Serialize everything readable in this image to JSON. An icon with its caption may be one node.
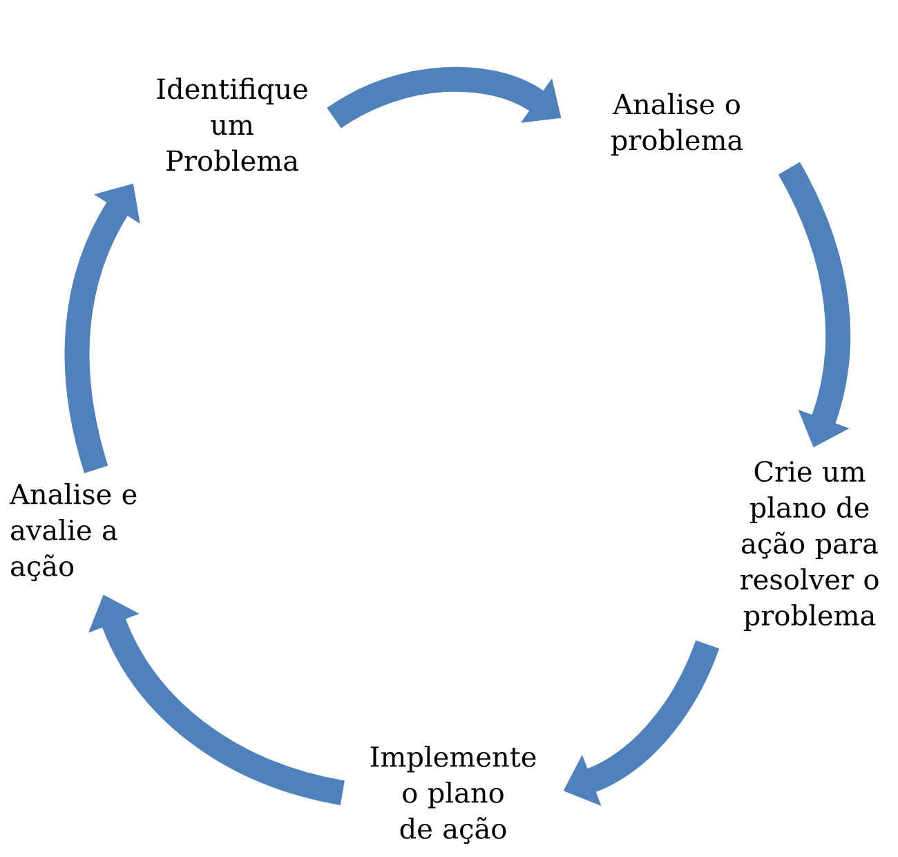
{
  "diagram": {
    "nodes": [
      {
        "text": [
          "Identifique um Problema"
        ]
      },
      {
        "text": [
          "Analise o problema"
        ]
      },
      {
        "text": [
          "Crie um plano de ação para resolver o problema"
        ]
      },
      {
        "text": [
          "Implemente o plano de ação"
        ]
      },
      {
        "text": [
          "Analise e avalie a ação"
        ]
      }
    ],
    "edges": [
      {
        "from": 0,
        "to": 1,
        "arrow": "to"
      },
      {
        "from": 1,
        "to": 2,
        "arrow": "to"
      },
      {
        "from": 2,
        "to": 3,
        "arrow": "to"
      },
      {
        "from": 3,
        "to": 4,
        "arrow": "to"
      },
      {
        "from": 4,
        "to": 0,
        "arrow": "to"
      }
    ]
  }
}
